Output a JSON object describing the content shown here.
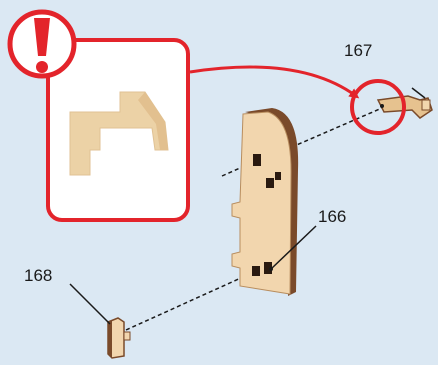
{
  "diagram": {
    "warning": {
      "icon": "exclamation-icon",
      "color": "#e3242b"
    },
    "inset": {
      "border_color": "#e3242b",
      "background": "#ffffff"
    },
    "parts": [
      {
        "id": "part-167",
        "label": "167"
      },
      {
        "id": "part-166",
        "label": "166"
      },
      {
        "id": "part-168",
        "label": "168"
      }
    ],
    "colors": {
      "background": "#dbe8f3",
      "wood_face": "#f2d6ae",
      "wood_edge": "#7a4a2a",
      "accent": "#e3242b",
      "guide_line": "#1a1a1a"
    }
  }
}
